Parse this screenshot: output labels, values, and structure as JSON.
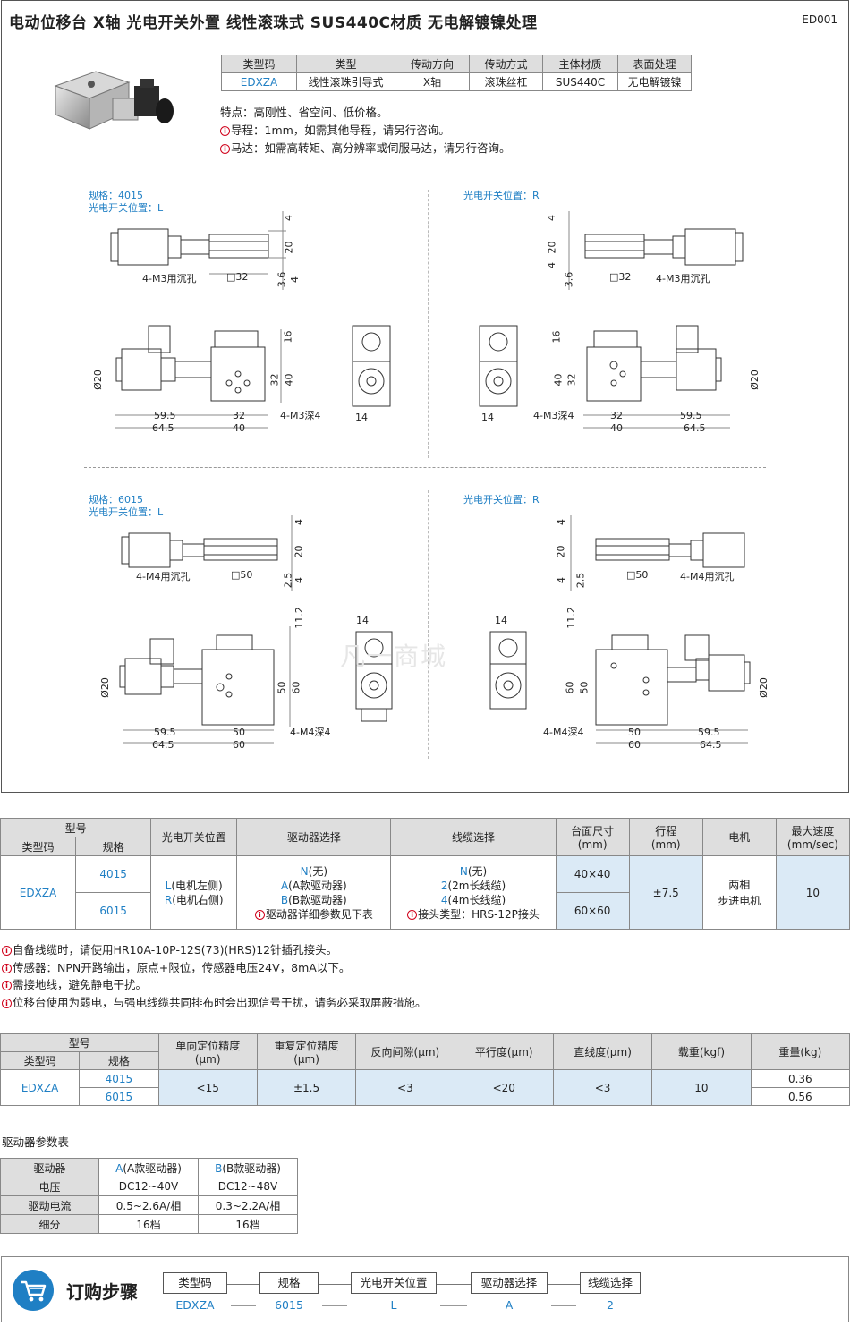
{
  "header": {
    "title": "电动位移台  X轴  光电开关外置  线性滚珠式  SUS440C材质  无电解镀镍处理",
    "code": "ED001"
  },
  "spec_table": {
    "headers": [
      "类型码",
      "类型",
      "传动方向",
      "传动方式",
      "主体材质",
      "表面处理"
    ],
    "row": [
      "EDXZA",
      "线性滚珠引导式",
      "X轴",
      "滚珠丝杠",
      "SUS440C",
      "无电解镀镍"
    ]
  },
  "features": [
    {
      "icon": false,
      "text": "特点：高刚性、省空间、低价格。"
    },
    {
      "icon": true,
      "text": "导程：1mm，如需其他导程，请另行咨询。"
    },
    {
      "icon": true,
      "text": "马达：如需高转矩、高分辨率或伺服马达，请另行咨询。"
    }
  ],
  "drawings": {
    "s4015_spec": "规格：4015",
    "pos_L": "光电开关位置：L",
    "pos_R": "光电开关位置：R",
    "s6015_spec": "规格：6015",
    "m3_counter": "4-M3用沉孔",
    "m3_deep": "4-M3深4",
    "m4_counter": "4-M4用沉孔",
    "m4_deep": "4-M4深4",
    "sq32": "□32",
    "sq50": "□50",
    "watermark": "凡一商城",
    "dims": {
      "d4": "4",
      "d20": "20",
      "d3_6": "3.6",
      "d2_5": "2.5",
      "d16": "16",
      "d32": "32",
      "d40": "40",
      "d59_5": "59.5",
      "d64_5": "64.5",
      "d14": "14",
      "phi20": "Ø20",
      "d11_2": "11.2",
      "d50": "50",
      "d60": "60"
    }
  },
  "order_table": {
    "group_header": "型号",
    "sub_headers": [
      "类型码",
      "规格"
    ],
    "headers": [
      "光电开关位置",
      "驱动器选择",
      "线缆选择",
      "台面尺寸\n(mm)",
      "行程\n(mm)",
      "电机",
      "最大速度\n(mm/sec)"
    ],
    "type_code": "EDXZA",
    "specs": [
      "4015",
      "6015"
    ],
    "switch": [
      {
        "code": "L",
        "desc": "(电机左侧)"
      },
      {
        "code": "R",
        "desc": "(电机右侧)"
      }
    ],
    "driver": [
      {
        "code": "N",
        "desc": "(无)"
      },
      {
        "code": "A",
        "desc": "(A款驱动器)"
      },
      {
        "code": "B",
        "desc": "(B款驱动器)"
      }
    ],
    "driver_note": "驱动器详细参数见下表",
    "cable": [
      {
        "code": "N",
        "desc": "(无)"
      },
      {
        "code": "2",
        "desc": "(2m长线缆)"
      },
      {
        "code": "4",
        "desc": "(4m长线缆)"
      }
    ],
    "cable_note": "接头类型：HRS-12P接头",
    "table_size": [
      "40×40",
      "60×60"
    ],
    "stroke": "±7.5",
    "motor": "两相\n步进电机",
    "speed": "10"
  },
  "notes": [
    "自备线缆时，请使用HR10A-10P-12S(73)(HRS)12针插孔接头。",
    "传感器：NPN开路输出，原点+限位，传感器电压24V，8mA以下。",
    "需接地线，避免静电干扰。",
    "位移台使用为弱电，与强电线缆共同排布时会出现信号干扰，请务必采取屏蔽措施。"
  ],
  "perf_table": {
    "group_header": "型号",
    "sub_headers": [
      "类型码",
      "规格"
    ],
    "headers": [
      "单向定位精度\n(μm)",
      "重复定位精度\n(μm)",
      "反向间隙(μm)",
      "平行度(μm)",
      "直线度(μm)",
      "载重(kgf)",
      "重量(kg)"
    ],
    "type_code": "EDXZA",
    "specs": [
      "4015",
      "6015"
    ],
    "values": [
      "<15",
      "±1.5",
      "<3",
      "<20",
      "<3",
      "10"
    ],
    "weights": [
      "0.36",
      "0.56"
    ]
  },
  "driver_table": {
    "title": "驱动器参数表",
    "header_label": "驱动器",
    "col_a": {
      "code": "A",
      "desc": "(A款驱动器)"
    },
    "col_b": {
      "code": "B",
      "desc": "(B款驱动器)"
    },
    "rows": [
      {
        "label": "电压",
        "a": "DC12~40V",
        "b": "DC12~48V"
      },
      {
        "label": "驱动电流",
        "a": "0.5~2.6A/相",
        "b": "0.3~2.2A/相"
      },
      {
        "label": "细分",
        "a": "16档",
        "b": "16档"
      }
    ]
  },
  "order_steps": {
    "title": "订购步骤",
    "steps": [
      {
        "label": "类型码",
        "value": "EDXZA"
      },
      {
        "label": "规格",
        "value": "6015"
      },
      {
        "label": "光电开关位置",
        "value": "L"
      },
      {
        "label": "驱动器选择",
        "value": "A"
      },
      {
        "label": "线缆选择",
        "value": "2"
      }
    ]
  },
  "colors": {
    "accent": "#1f7fc4",
    "header_gray": "#dedede",
    "light_blue": "#dbeaf6",
    "info_red": "#d0021b"
  }
}
